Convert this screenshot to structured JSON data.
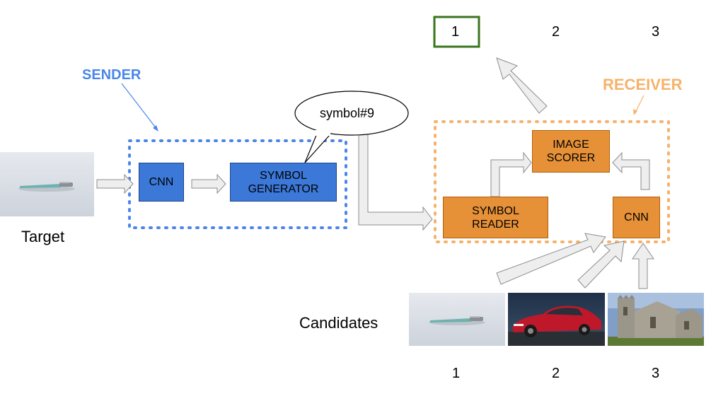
{
  "sender": {
    "label": "SENDER",
    "color": "#4a86e8",
    "cnn_label": "CNN",
    "generator_label": "SYMBOL\nGENERATOR"
  },
  "receiver": {
    "label": "RECEIVER",
    "color": "#f6b26b",
    "reader_label": "SYMBOL\nREADER",
    "scorer_label": "IMAGE\nSCORER",
    "cnn_label": "CNN"
  },
  "message": {
    "text": "symbol#9"
  },
  "target": {
    "label": "Target"
  },
  "candidates": {
    "label": "Candidates",
    "numbers": [
      "1",
      "2",
      "3"
    ]
  },
  "output": {
    "numbers": [
      "1",
      "2",
      "3"
    ],
    "selected_index": 0,
    "selected_color": "#38761d"
  }
}
